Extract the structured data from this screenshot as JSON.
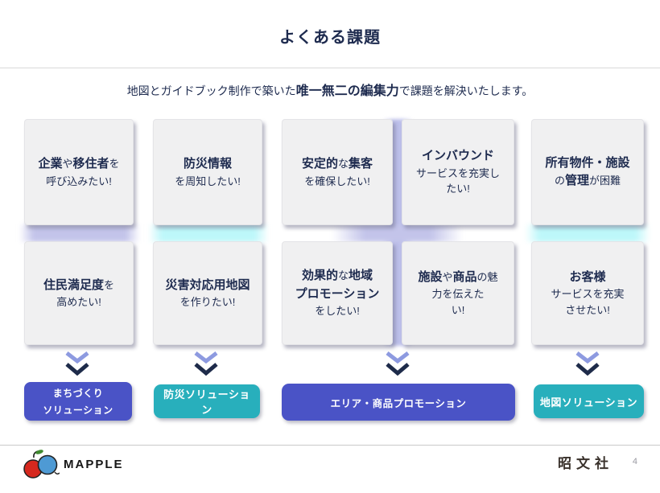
{
  "slide": {
    "title": "よくある課題",
    "subtitle": [
      {
        "t": "地図とガイドブック制作で築いた",
        "b": false
      },
      {
        "t": "唯一無二の編集力",
        "b": true
      },
      {
        "t": "で課題を解決いたします。",
        "b": false
      }
    ]
  },
  "cards": [
    {
      "lines": [
        [
          {
            "t": "企業",
            "b": true
          },
          {
            "t": "や",
            "b": false
          },
          {
            "t": "移住者",
            "b": true
          },
          {
            "t": "を",
            "b": false
          }
        ],
        [
          {
            "t": "呼び込みたい!",
            "b": false
          }
        ]
      ]
    },
    {
      "lines": [
        [
          {
            "t": "防災情報",
            "b": true
          }
        ],
        [
          {
            "t": "を周知したい!",
            "b": false
          }
        ]
      ]
    },
    {
      "lines": [
        [
          {
            "t": "安定的",
            "b": true
          },
          {
            "t": "な",
            "b": false
          },
          {
            "t": "集客",
            "b": true
          }
        ],
        [
          {
            "t": "を確保したい!",
            "b": false
          }
        ]
      ]
    },
    {
      "lines": [
        [
          {
            "t": "インバウンド",
            "b": true
          }
        ],
        [
          {
            "t": "サービスを充実し",
            "b": false
          }
        ],
        [
          {
            "t": "たい!",
            "b": false
          }
        ]
      ]
    },
    {
      "lines": [
        [
          {
            "t": "所有物件・施設",
            "b": true
          }
        ],
        [
          {
            "t": "の",
            "b": false
          },
          {
            "t": "管理",
            "b": true
          },
          {
            "t": "が困難",
            "b": false
          }
        ]
      ]
    },
    {
      "lines": [
        [
          {
            "t": "住民満足度",
            "b": true
          },
          {
            "t": "を",
            "b": false
          }
        ],
        [
          {
            "t": "高めたい!",
            "b": false
          }
        ]
      ]
    },
    {
      "lines": [
        [
          {
            "t": "災害対応用地図",
            "b": true
          }
        ],
        [
          {
            "t": "を作りたい!",
            "b": false
          }
        ]
      ]
    },
    {
      "lines": [
        [
          {
            "t": "効果的",
            "b": true
          },
          {
            "t": "な",
            "b": false
          },
          {
            "t": "地域",
            "b": true
          }
        ],
        [
          {
            "t": "プロモーション",
            "b": true
          }
        ],
        [
          {
            "t": "をしたい!",
            "b": false
          }
        ]
      ]
    },
    {
      "lines": [
        [
          {
            "t": "施設",
            "b": true
          },
          {
            "t": "や",
            "b": false
          },
          {
            "t": "商品",
            "b": true
          },
          {
            "t": "の魅",
            "b": false
          }
        ],
        [
          {
            "t": "力を伝えた",
            "b": false
          }
        ],
        [
          {
            "t": "い!",
            "b": false
          }
        ]
      ]
    },
    {
      "lines": [
        [
          {
            "t": "お客様",
            "b": true
          }
        ],
        [
          {
            "t": "サービスを充実",
            "b": false
          }
        ],
        [
          {
            "t": "させたい!",
            "b": false
          }
        ]
      ]
    }
  ],
  "solutions": [
    {
      "lines": [
        "まちづくり",
        "ソリューション"
      ],
      "color": "#4a53c6"
    },
    {
      "lines": [
        "防災ソリューション"
      ],
      "color": "#28afbc"
    },
    {
      "lines": [
        "エリア・商品プロモーション"
      ],
      "color": "#4a53c6"
    },
    {
      "lines": [
        "地図ソリューション"
      ],
      "color": "#28afbc"
    }
  ],
  "footer": {
    "logo_text": "MAPPLE",
    "company": "昭文社",
    "page_number": "4"
  },
  "colors": {
    "navy": "#1e2b4f",
    "accent_purple": "#4a53c6",
    "accent_teal": "#28afbc",
    "chevron_light": "#8d9ae0",
    "chevron_dark": "#1e2b4a",
    "glow_lavender": "#c3c4ea",
    "glow_cyan": "#bdf7fa",
    "card_bg": "#f0f0f1",
    "apple_red": "#d6281e",
    "globe_blue": "#4e9ad4",
    "leaf_green": "#3f8a2f"
  }
}
